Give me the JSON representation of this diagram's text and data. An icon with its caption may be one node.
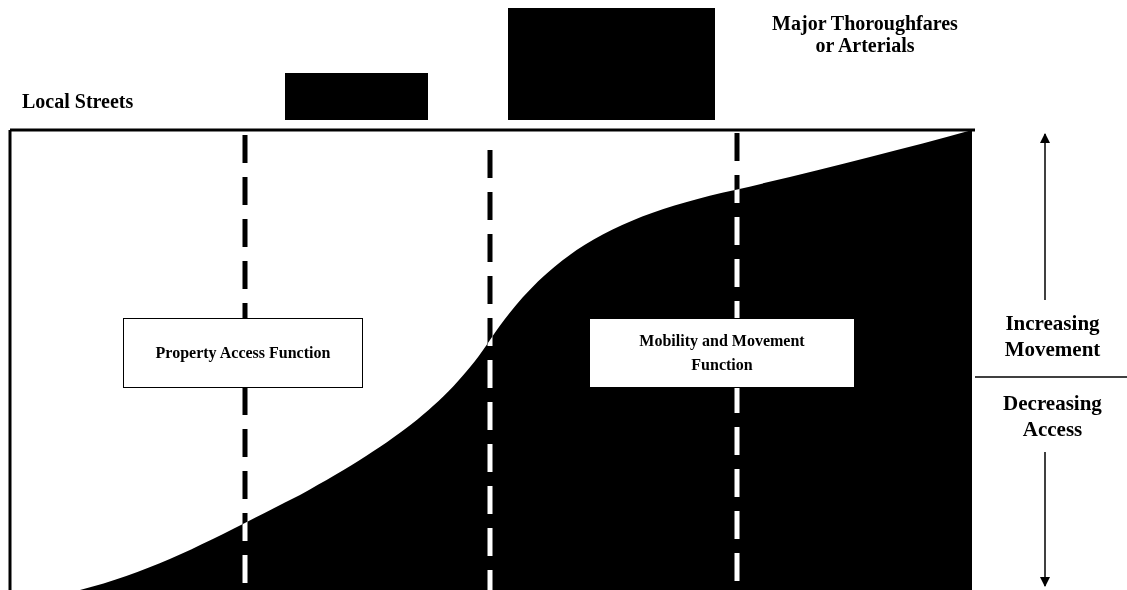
{
  "diagram": {
    "nodes": [
      {
        "text": [
          "Property Access Function"
        ]
      },
      {
        "text": [
          "Mobility and Movement Function"
        ]
      }
    ],
    "labels": [
      "Local Streets",
      "Major Thoroughfares or Arterials",
      "Increasing Movement",
      "Decreasing Access"
    ]
  }
}
